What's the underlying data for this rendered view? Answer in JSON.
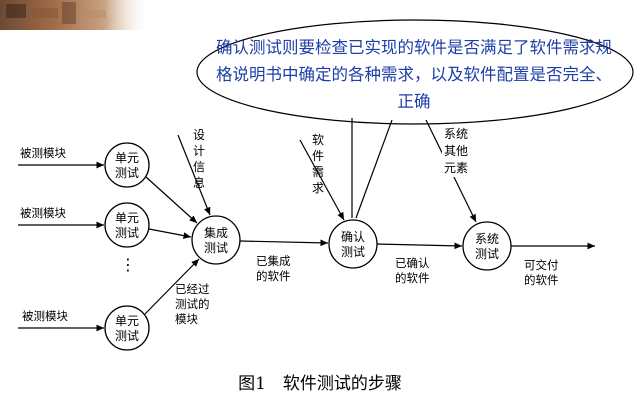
{
  "callout_text": "确认测试则要检查已实现的软件是否满足了软件需求规格说明书中确定的各种需求，以及软件配置是否完全、正确",
  "nodes": {
    "unit_test": "单元\n测试",
    "integration_test": "集成\n测试",
    "validation_test": "确认\n测试",
    "system_test": "系统\n测试"
  },
  "inputs": {
    "module_label": "被测模块",
    "ellipsis": "⋮",
    "design_info": "设计信息",
    "software_requirements": "软件需求",
    "system_other_elements": "系统其他元素"
  },
  "edges": {
    "tested_modules": "已经过\n测试的\n模块",
    "integrated_software": "已集成\n的软件",
    "validated_software": "已确认\n的软件",
    "deliverable_software": "可交付\n的软件"
  },
  "caption": "图1　软件测试的步骤",
  "colors": {
    "callout_text": "#1e3fa8",
    "line": "#000000",
    "background": "#ffffff"
  }
}
